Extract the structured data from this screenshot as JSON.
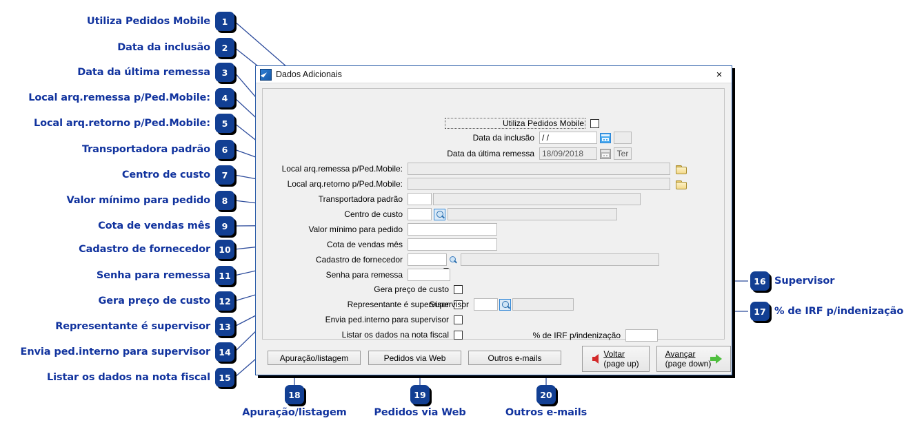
{
  "dialog": {
    "title": "Dados Adicionais",
    "icon": "app-arrow-icon",
    "close_label": "×",
    "fields": {
      "utiliza_pedidos_mobile_label": "Utiliza Pedidos Mobile",
      "data_inclusao_label": "Data da inclusão",
      "data_inclusao_value": "  /  /",
      "data_inclusao_extra": "",
      "data_ultima_remessa_label": "Data da última remessa",
      "data_ultima_remessa_value": "18/09/2018",
      "data_ultima_remessa_weekday": "Ter",
      "local_remessa_label": "Local arq.remessa p/Ped.Mobile:",
      "local_remessa_value": "",
      "local_retorno_label": "Local arq.retorno p/Ped.Mobile:",
      "local_retorno_value": "",
      "transportadora_label": "Transportadora padrão",
      "transportadora_code": "",
      "transportadora_desc": "",
      "centro_custo_label": "Centro de custo",
      "centro_custo_code": "",
      "centro_custo_desc": "",
      "valor_minimo_label": "Valor mínimo para pedido",
      "valor_minimo_value": "",
      "cota_vendas_label": "Cota de vendas mês",
      "cota_vendas_value": "",
      "cadastro_fornecedor_label": "Cadastro de fornecedor",
      "cadastro_fornecedor_code": "",
      "cadastro_fornecedor_desc": "",
      "senha_remessa_label": "Senha para remessa",
      "senha_remessa_value": "",
      "gera_preco_custo_label": "Gera preço de custo",
      "representante_supervisor_label": "Representante é supervisor",
      "envia_ped_interno_label": "Envia ped.interno para supervisor",
      "listar_dados_nf_label": "Listar os dados na nota fiscal",
      "supervisor_label": "Supervisor",
      "supervisor_code": "",
      "supervisor_desc": "",
      "irf_label": "% de IRF p/indenização",
      "irf_value": ""
    },
    "buttons": {
      "apuracao": "Apuração/listagem",
      "pedidos_web": "Pedidos via Web",
      "outros_emails": "Outros e-mails",
      "voltar_line1": "Voltar",
      "voltar_line2": "(page up)",
      "avancar_line1": "Avançar",
      "avancar_line2": "(page down)"
    }
  },
  "annotations": {
    "accent_color": "#11339e",
    "badge_color": "#123f93",
    "left": [
      {
        "n": "1",
        "label": "Utiliza Pedidos Mobile"
      },
      {
        "n": "2",
        "label": "Data da inclusão"
      },
      {
        "n": "3",
        "label": "Data da última remessa"
      },
      {
        "n": "4",
        "label": "Local arq.remessa p/Ped.Mobile:"
      },
      {
        "n": "5",
        "label": "Local arq.retorno p/Ped.Mobile:"
      },
      {
        "n": "6",
        "label": "Transportadora padrão"
      },
      {
        "n": "7",
        "label": "Centro de custo"
      },
      {
        "n": "8",
        "label": "Valor mínimo para pedido"
      },
      {
        "n": "9",
        "label": "Cota de vendas mês"
      },
      {
        "n": "10",
        "label": "Cadastro de fornecedor"
      },
      {
        "n": "11",
        "label": "Senha para remessa"
      },
      {
        "n": "12",
        "label": "Gera preço de custo"
      },
      {
        "n": "13",
        "label": "Representante é supervisor"
      },
      {
        "n": "14",
        "label": "Envia ped.interno para supervisor"
      },
      {
        "n": "15",
        "label": "Listar os dados na nota fiscal"
      }
    ],
    "right": [
      {
        "n": "16",
        "label": "Supervisor"
      },
      {
        "n": "17",
        "label": "% de IRF p/indenização"
      }
    ],
    "bottom": [
      {
        "n": "18",
        "label": "Apuração/listagem"
      },
      {
        "n": "19",
        "label": "Pedidos via Web"
      },
      {
        "n": "20",
        "label": "Outros e-mails"
      }
    ]
  }
}
